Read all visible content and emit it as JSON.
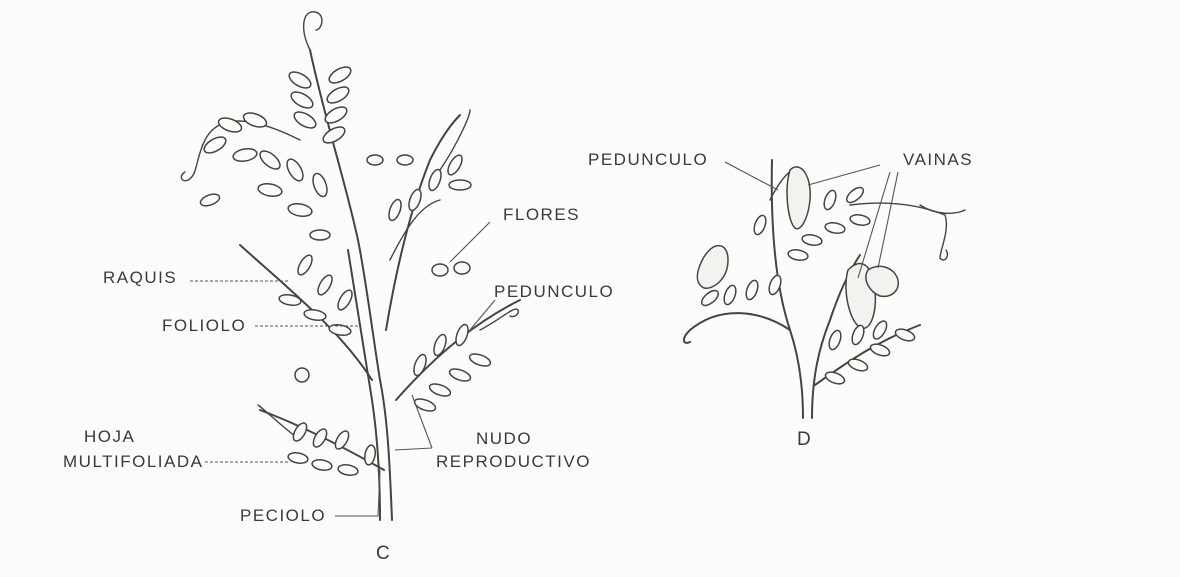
{
  "diagram": {
    "plant_c": {
      "labels": {
        "raquis": "RAQUIS",
        "foliolo": "FOLIOLO",
        "hoja_1": "HOJA",
        "hoja_2": "MULTIFOLIADA",
        "peciolo": "PECIOLO",
        "flores": "FLORES",
        "pedunculo": "PEDUNCULO",
        "nudo_1": "NUDO",
        "nudo_2": "REPRODUCTIVO"
      },
      "caption": "C"
    },
    "plant_d": {
      "labels": {
        "pedunculo": "PEDUNCULO",
        "vainas": "VAINAS"
      },
      "caption": "D"
    }
  }
}
